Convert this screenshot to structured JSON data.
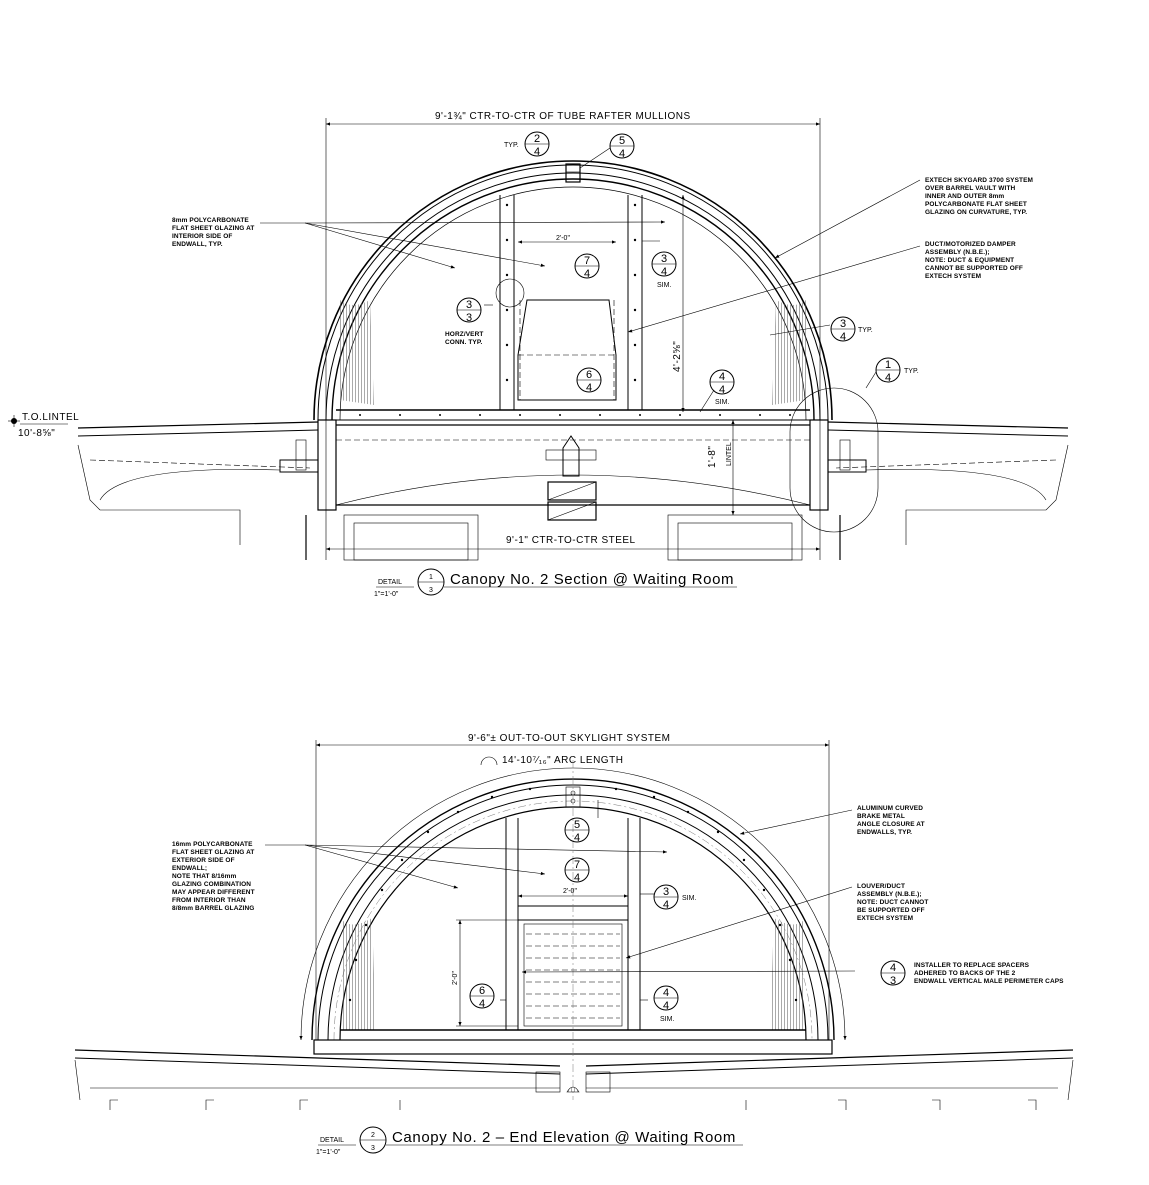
{
  "detail1": {
    "title": "Canopy No. 2 Section @ Waiting Room",
    "detail_word": "DETAIL",
    "scale": "1\"=1'-0\"",
    "number": "1",
    "sheet": "3",
    "dim_top": "9'-1¾\" CTR-TO-CTR OF TUBE RAFTER MULLIONS",
    "dim_bottom": "9'-1\" CTR-TO-CTR STEEL",
    "dim_opening": "2'-0\"",
    "dim_height": "4'-2⅝\"",
    "dim_lintel": "1'-8\"",
    "lintel_word": "LINTEL",
    "lintel_label": "T.O.LINTEL",
    "lintel_elev": "10'-8⅝\"",
    "note_left": [
      "8mm POLYCARBONATE",
      "FLAT SHEET GLAZING AT",
      "INTERIOR SIDE OF",
      "ENDWALL, TYP."
    ],
    "note_right_1": [
      "EXTECH SKYGARD 3700 SYSTEM",
      "OVER BARREL VAULT WITH",
      "INNER AND OUTER 8mm",
      "POLYCARBONATE FLAT SHEET",
      "GLAZING ON CURVATURE, TYP."
    ],
    "note_right_2": [
      "DUCT/MOTORIZED DAMPER",
      "ASSEMBLY (N.B.E.);",
      "NOTE: DUCT & EQUIPMENT",
      "CANNOT BE SUPPORTED OFF",
      "EXTECH SYSTEM"
    ],
    "conn_note": [
      "HORZ/VERT",
      "CONN. TYP."
    ],
    "typ": "TYP.",
    "sim": "SIM.",
    "bubbles": [
      {
        "top": "2",
        "bottom": "4"
      },
      {
        "top": "5",
        "bottom": "4"
      },
      {
        "top": "7",
        "bottom": "4"
      },
      {
        "top": "3",
        "bottom": "4"
      },
      {
        "top": "3",
        "bottom": "3"
      },
      {
        "top": "6",
        "bottom": "4"
      },
      {
        "top": "4",
        "bottom": "4"
      },
      {
        "top": "3",
        "bottom": "4"
      },
      {
        "top": "1",
        "bottom": "4"
      }
    ]
  },
  "detail2": {
    "title": "Canopy No. 2 – End Elevation @ Waiting Room",
    "detail_word": "DETAIL",
    "scale": "1\"=1'-0\"",
    "number": "2",
    "sheet": "3",
    "dim_top": "9'-6\"± OUT-TO-OUT SKYLIGHT SYSTEM",
    "dim_arc": "14'-10⁷⁄₁₆\" ARC LENGTH",
    "dim_opening": "2'-0\"",
    "dim_height": "2'-0\"",
    "note_left": [
      "16mm POLYCARBONATE",
      "FLAT SHEET GLAZING AT",
      "EXTERIOR SIDE OF",
      "ENDWALL;",
      "NOTE THAT 8/16mm",
      "GLAZING COMBINATION",
      "MAY APPEAR DIFFERENT",
      "FROM INTERIOR THAN",
      "8/8mm BARREL GLAZING"
    ],
    "note_right_1": [
      "ALUMINUM CURVED",
      "BRAKE METAL",
      "ANGLE CLOSURE AT",
      "ENDWALLS, TYP."
    ],
    "note_right_2": [
      "LOUVER/DUCT",
      "ASSEMBLY (N.B.E.);",
      "NOTE: DUCT CANNOT",
      "BE SUPPORTED OFF",
      "EXTECH SYSTEM"
    ],
    "note_right_3": [
      "INSTALLER TO REPLACE SPACERS",
      "ADHERED TO BACKS OF THE 2",
      "ENDWALL VERTICAL MALE PERIMETER CAPS"
    ],
    "sim": "SIM.",
    "bubbles": [
      {
        "top": "5",
        "bottom": "4"
      },
      {
        "top": "7",
        "bottom": "4"
      },
      {
        "top": "3",
        "bottom": "4"
      },
      {
        "top": "6",
        "bottom": "4"
      },
      {
        "top": "4",
        "bottom": "4"
      },
      {
        "top": "4",
        "bottom": "3"
      }
    ]
  }
}
